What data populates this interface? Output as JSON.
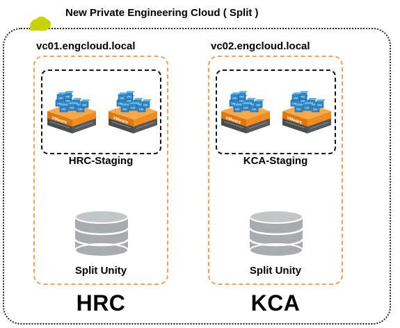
{
  "title": "New Private Engineering Cloud ( Split )",
  "colors": {
    "cloud_icon": "#c8d400",
    "vc_border": "#f0a050",
    "vm_blue": "#2f88c8",
    "vmware_orange": "#f28c1e",
    "server_gray": "#6b6e72",
    "storage_gray": "#a9abae"
  },
  "sites": [
    {
      "vcenter": "vc01.engcloud.local",
      "staging": "HRC-Staging",
      "storage": "Split Unity",
      "name": "HRC",
      "hosts": [
        {
          "brand": "VMware",
          "vm_label": "VM"
        },
        {
          "brand": "VMware",
          "vm_label": "VM"
        }
      ]
    },
    {
      "vcenter": "vc02.engcloud.local",
      "staging": "KCA-Staging",
      "storage": "Split Unity",
      "name": "KCA",
      "hosts": [
        {
          "brand": "VMware",
          "vm_label": "VM"
        },
        {
          "brand": "VMware",
          "vm_label": "VM"
        }
      ]
    }
  ]
}
